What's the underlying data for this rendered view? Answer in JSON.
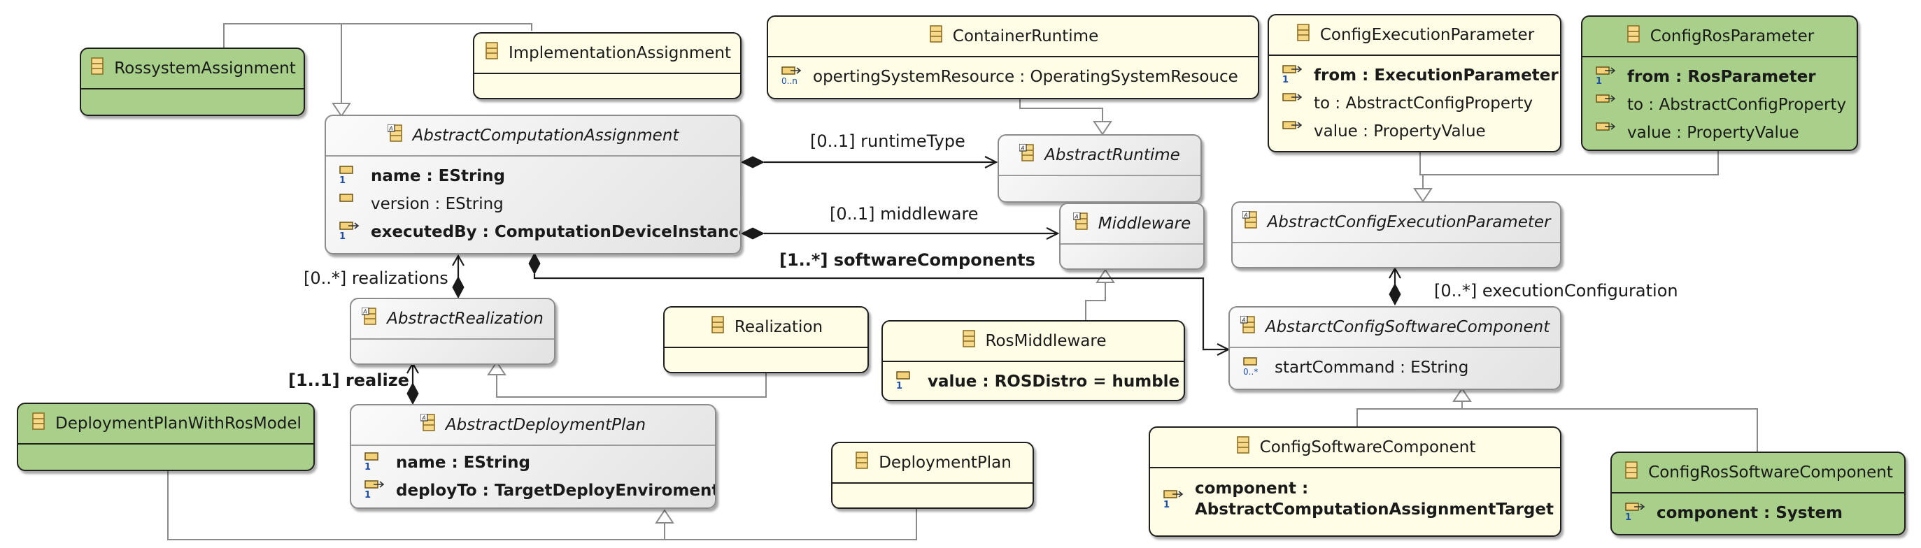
{
  "classes": {
    "rossystem_assignment": {
      "name": "RossystemAssignment",
      "attributes": []
    },
    "implementation_assignment": {
      "name": "ImplementationAssignment",
      "attributes": []
    },
    "container_runtime": {
      "name": "ContainerRuntime",
      "attributes": [
        {
          "text": "opertingSystemResource : OperatingSystemResouce"
        }
      ]
    },
    "config_execution_parameter": {
      "name": "ConfigExecutionParameter",
      "attributes": [
        {
          "text": "from : ExecutionParameter"
        },
        {
          "text": "to : AbstractConfigProperty"
        },
        {
          "text": "value : PropertyValue"
        }
      ]
    },
    "config_ros_parameter": {
      "name": "ConfigRosParameter",
      "attributes": [
        {
          "text": "from : RosParameter"
        },
        {
          "text": "to : AbstractConfigProperty"
        },
        {
          "text": "value : PropertyValue"
        }
      ]
    },
    "abstract_computation_assignment": {
      "name": "AbstractComputationAssignment",
      "attributes": [
        {
          "text": "name : EString"
        },
        {
          "text": "version : EString"
        },
        {
          "text": "executedBy : ComputationDeviceInstance"
        }
      ]
    },
    "abstract_runtime": {
      "name": "AbstractRuntime",
      "attributes": []
    },
    "middleware": {
      "name": "Middleware",
      "attributes": []
    },
    "abstract_config_execution_parameter": {
      "name": "AbstractConfigExecutionParameter",
      "attributes": []
    },
    "abstract_realization": {
      "name": "AbstractRealization",
      "attributes": []
    },
    "realization": {
      "name": "Realization",
      "attributes": []
    },
    "ros_middleware": {
      "name": "RosMiddleware",
      "attributes": [
        {
          "text": "value : ROSDistro = humble"
        }
      ]
    },
    "abstract_config_software_component": {
      "name": "AbstarctConfigSoftwareComponent",
      "attributes": [
        {
          "text": "startCommand : EString"
        }
      ]
    },
    "deployment_plan_with_ros_model": {
      "name": "DeploymentPlanWithRosModel",
      "attributes": []
    },
    "abstract_deployment_plan": {
      "name": "AbstractDeploymentPlan",
      "attributes": [
        {
          "text": "name : EString"
        },
        {
          "text": "deployTo : TargetDeployEnviroment"
        }
      ]
    },
    "deployment_plan": {
      "name": "DeploymentPlan",
      "attributes": []
    },
    "config_software_component": {
      "name": "ConfigSoftwareComponent",
      "attributes": [
        {
          "text": "component : AbstractComputationAssignmentTarget"
        }
      ]
    },
    "config_ros_software_component": {
      "name": "ConfigRosSoftwareComponent",
      "attributes": [
        {
          "text": "component : System"
        }
      ]
    }
  },
  "references": {
    "runtime_type": "[0..1] runtimeType",
    "middleware": "[0..1] middleware",
    "software_components": "[1..*] softwareComponents",
    "realizations": "[0..*] realizations",
    "realize": "[1..1] realize",
    "execution_configuration": "[0..*] executionConfiguration"
  },
  "multiplicity_badges": {
    "one": "1",
    "zero_n": "0..n",
    "zero_star": "0..*"
  },
  "colors": {
    "concrete_class_fill": "#fffde6",
    "ros_class_fill": "#a8d08a",
    "abstract_class_fill": "#e8e8e8",
    "border": "#1f1f1f",
    "edge": "#1a1a1a",
    "inheritance_edge": "#8a8a8a"
  }
}
